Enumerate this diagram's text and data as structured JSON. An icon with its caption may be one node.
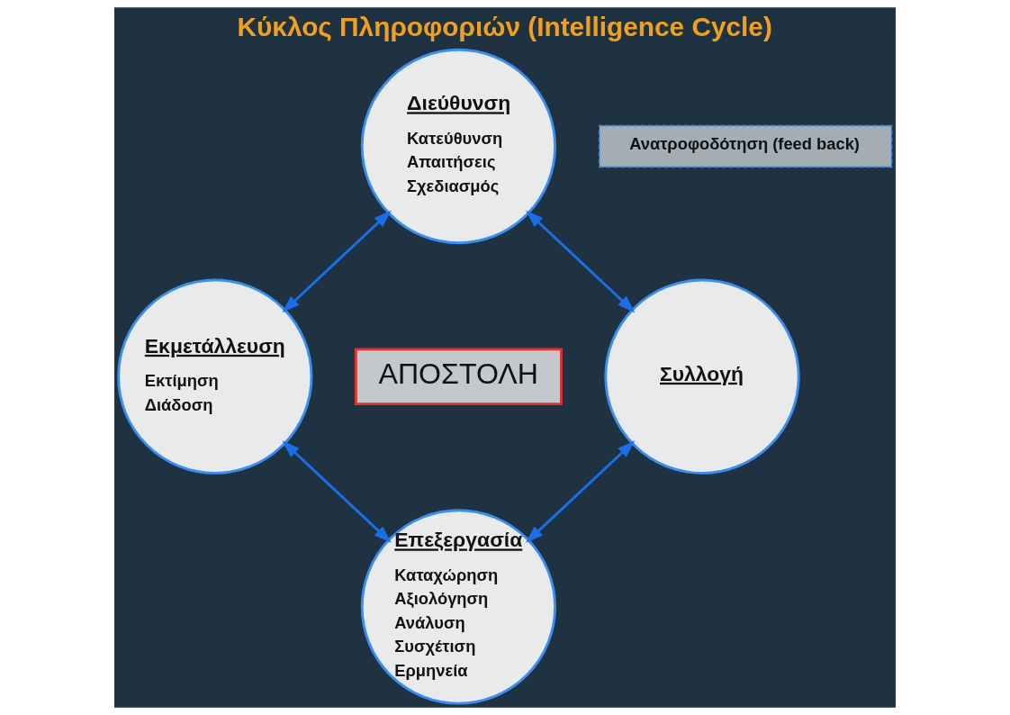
{
  "diagram": {
    "title": "Κύκλος Πληροφοριών (Intelligence Cycle)",
    "nodes": [
      {
        "text": [
          "Διεύθυνση",
          "Κατεύθυνση",
          "Απαιτήσεις",
          "Σχεδιασμός"
        ]
      },
      {
        "text": [
          "Συλλογή"
        ]
      },
      {
        "text": [
          "Επεξεργασία",
          "Καταχώρηση",
          "Αξιολόγηση",
          "Ανάλυση",
          "Συσχέτιση",
          "Ερμηνεία"
        ]
      },
      {
        "text": [
          "Εκμετάλλευση",
          "Εκτίμηση",
          "Διάδοση"
        ]
      },
      {
        "text": [
          "ΑΠΟΣΤΟΛΗ"
        ]
      },
      {
        "text": [
          "Ανατροφοδότηση (feed back)"
        ]
      }
    ],
    "edges": [
      {
        "from": 0,
        "to": 1,
        "arrow": "both"
      },
      {
        "from": 1,
        "to": 2,
        "arrow": "both"
      },
      {
        "from": 0,
        "to": 3,
        "arrow": "both"
      },
      {
        "from": 3,
        "to": 2,
        "arrow": "both"
      }
    ]
  }
}
